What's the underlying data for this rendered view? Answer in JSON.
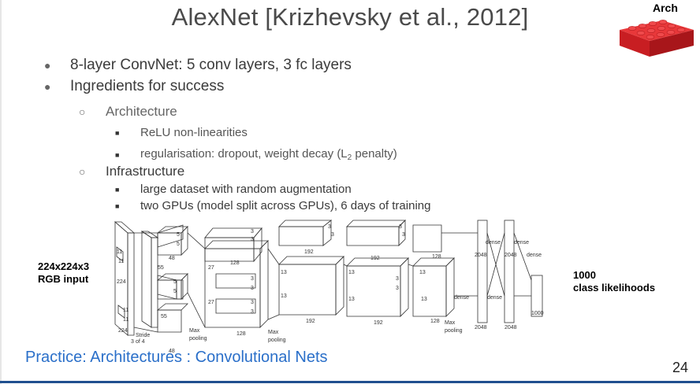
{
  "slide": {
    "title": "AlexNet [Krizhevsky et al., 2012]",
    "tag": "Arch",
    "bullets": [
      {
        "text": "8-layer ConvNet: 5 conv layers, 3 fc layers"
      },
      {
        "text": "Ingredients for success"
      }
    ],
    "sub_bullets": [
      {
        "text": "Architecture"
      },
      {
        "text": "Infrastructure"
      }
    ],
    "sub_sub_bullets": [
      {
        "text": "ReLU non-linearities"
      },
      {
        "text_before": "regularisation: dropout, weight decay (L",
        "subscript": "2",
        "text_after": " penalty)"
      },
      {
        "text": "large dataset with random augmentation"
      },
      {
        "text": "two GPUs (model split across GPUs), 6 days of training"
      }
    ],
    "input_label_line1": "224x224x3",
    "input_label_line2": "RGB input",
    "output_label_line1": "1000",
    "output_label_line2": "class likelihoods",
    "footer": "Practice: Architectures : Convolutional Nets",
    "page_number": "24"
  },
  "diagram": {
    "dims": {
      "d224a": "224",
      "d224b": "224",
      "d11a": "11",
      "d11b": "11",
      "d11c": "11",
      "d11d": "11",
      "d3": "3",
      "stride1": "Stride",
      "stride2": "of 4",
      "d55a": "55",
      "d55b": "55",
      "d48a": "48",
      "d48b": "48",
      "d5a": "5",
      "d5b": "5",
      "d5c": "5",
      "d5d": "5",
      "d27a": "27",
      "d27b": "27",
      "d128a": "128",
      "d128b": "128",
      "d13a": "13",
      "d13b": "13",
      "d13c": "13",
      "d13d": "13",
      "d13e": "13",
      "d13f": "13",
      "d192a": "192",
      "d192b": "192",
      "d192c": "192",
      "d192d": "192",
      "d128c": "128",
      "d128d": "128",
      "d2048a": "2048",
      "d2048b": "2048",
      "d2048c": "2048",
      "d2048d": "2048",
      "d1000": "1000",
      "maxpool1a": "Max",
      "maxpool1b": "pooling",
      "maxpool2a": "Max",
      "maxpool2b": "pooling",
      "maxpool3a": "Max",
      "maxpool3b": "pooling",
      "dense1": "dense",
      "dense2": "dense",
      "dense3": "dense",
      "dense4": "dense",
      "dense5": "dense",
      "k3a": "3",
      "k3b": "3",
      "k3c": "3",
      "k3d": "3",
      "k3e": "3",
      "k3f": "3",
      "k3g": "3",
      "k3h": "3",
      "k3i": "3",
      "k3j": "3",
      "k3k": "3",
      "k3l": "3"
    }
  }
}
